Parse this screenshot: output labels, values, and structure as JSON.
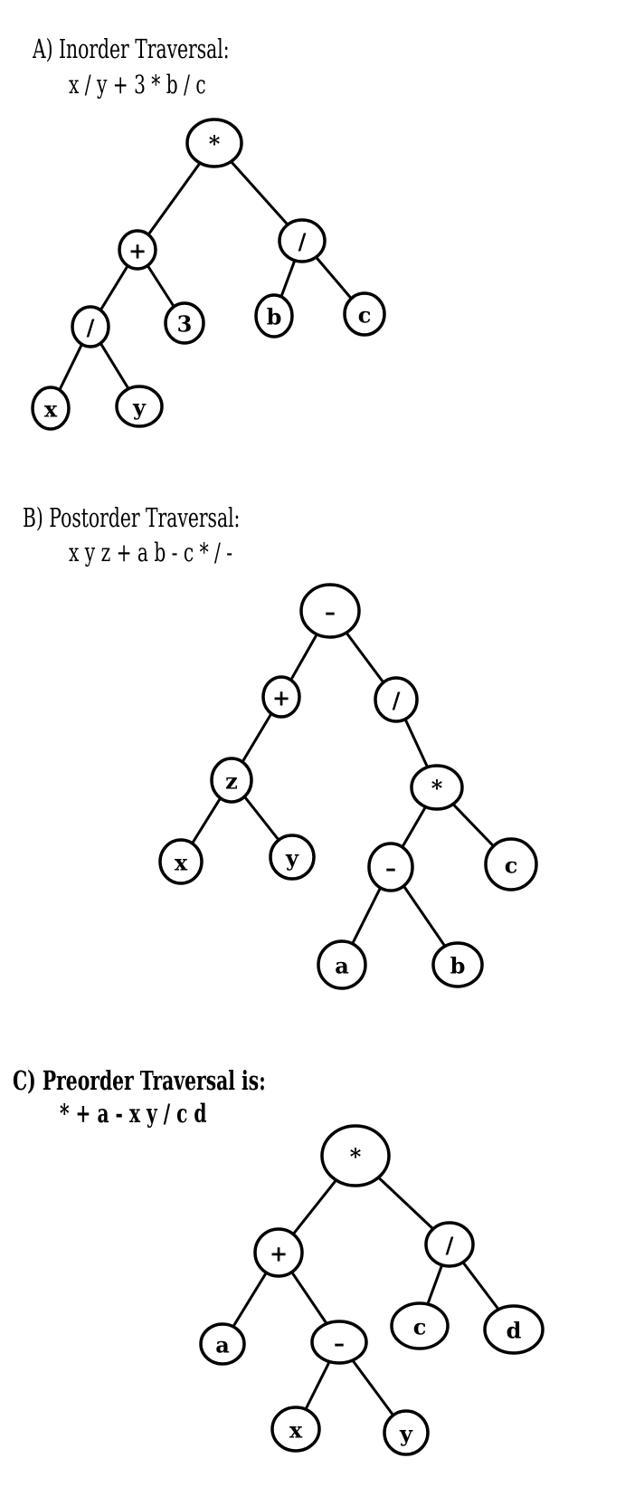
{
  "sections": [
    {
      "id": "a",
      "heading": "A) Inorder Traversal:",
      "expression": "x / y + 3 * b / c",
      "nodes": [
        {
          "id": "a_root",
          "label": "*"
        },
        {
          "id": "a_plus",
          "label": "+"
        },
        {
          "id": "a_div2",
          "label": "/"
        },
        {
          "id": "a_div1",
          "label": "/"
        },
        {
          "id": "a_3",
          "label": "3"
        },
        {
          "id": "a_b",
          "label": "b"
        },
        {
          "id": "a_c",
          "label": "c"
        },
        {
          "id": "a_x",
          "label": "x"
        },
        {
          "id": "a_y",
          "label": "y"
        }
      ],
      "edges": [
        [
          "a_root",
          "a_plus"
        ],
        [
          "a_root",
          "a_div2"
        ],
        [
          "a_plus",
          "a_div1"
        ],
        [
          "a_plus",
          "a_3"
        ],
        [
          "a_div2",
          "a_b"
        ],
        [
          "a_div2",
          "a_c"
        ],
        [
          "a_div1",
          "a_x"
        ],
        [
          "a_div1",
          "a_y"
        ]
      ]
    },
    {
      "id": "b",
      "heading": "B) Postorder Traversal:",
      "expression": "x y z + a b - c * / -",
      "nodes": [
        {
          "id": "b_root",
          "label": "–"
        },
        {
          "id": "b_plus",
          "label": "+"
        },
        {
          "id": "b_div",
          "label": "/"
        },
        {
          "id": "b_z",
          "label": "z"
        },
        {
          "id": "b_mul",
          "label": "*"
        },
        {
          "id": "b_x",
          "label": "x"
        },
        {
          "id": "b_y",
          "label": "y"
        },
        {
          "id": "b_minus",
          "label": "–"
        },
        {
          "id": "b_c",
          "label": "c"
        },
        {
          "id": "b_a",
          "label": "a"
        },
        {
          "id": "b_b",
          "label": "b"
        }
      ],
      "edges": [
        [
          "b_root",
          "b_plus"
        ],
        [
          "b_root",
          "b_div"
        ],
        [
          "b_plus",
          "b_z"
        ],
        [
          "b_z",
          "b_x"
        ],
        [
          "b_z",
          "b_y"
        ],
        [
          "b_div",
          "b_mul"
        ],
        [
          "b_mul",
          "b_minus"
        ],
        [
          "b_mul",
          "b_c"
        ],
        [
          "b_minus",
          "b_a"
        ],
        [
          "b_minus",
          "b_b"
        ]
      ]
    },
    {
      "id": "c",
      "heading": "C) Preorder Traversal is:",
      "expression": "* + a - x y / c d",
      "nodes": [
        {
          "id": "c_root",
          "label": "*"
        },
        {
          "id": "c_plus",
          "label": "+"
        },
        {
          "id": "c_div",
          "label": "/"
        },
        {
          "id": "c_a",
          "label": "a"
        },
        {
          "id": "c_minus",
          "label": "–"
        },
        {
          "id": "c_c",
          "label": "c"
        },
        {
          "id": "c_d",
          "label": "d"
        },
        {
          "id": "c_x",
          "label": "x"
        },
        {
          "id": "c_y",
          "label": "y"
        }
      ],
      "edges": [
        [
          "c_root",
          "c_plus"
        ],
        [
          "c_root",
          "c_div"
        ],
        [
          "c_plus",
          "c_a"
        ],
        [
          "c_plus",
          "c_minus"
        ],
        [
          "c_minus",
          "c_x"
        ],
        [
          "c_minus",
          "c_y"
        ],
        [
          "c_div",
          "c_c"
        ],
        [
          "c_div",
          "c_d"
        ]
      ]
    }
  ]
}
